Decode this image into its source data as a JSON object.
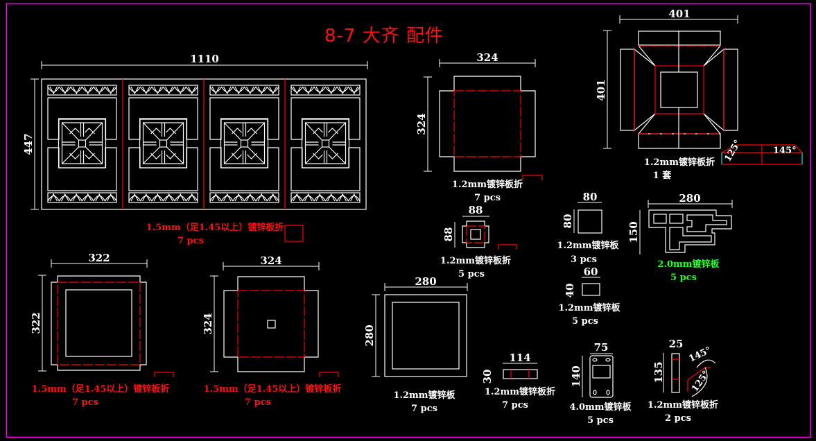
{
  "drawing": {
    "title": "8-7 大齐 配件",
    "frame_color": "#ff00ff",
    "colors": {
      "outline": "#ffffff",
      "fold_line": "#ff0000",
      "label_primary": "#ff1010",
      "label_green": "#22ff22",
      "highlight": "#00ffff"
    },
    "parts": [
      {
        "id": "main-panel",
        "width": "1110",
        "height": "447",
        "material": "1.5mm（足1.45以上）镀锌板折",
        "qty": "7 pcs"
      },
      {
        "id": "box-324-top",
        "width": "324",
        "height": "324",
        "material": "1.2mm镀锌板折",
        "qty": "7 pcs"
      },
      {
        "id": "cross-401",
        "width": "401",
        "height": "401",
        "material": "1.2mm镀锌板折",
        "qty": "1 套",
        "angle_a": "125°",
        "angle_b": "145°"
      },
      {
        "id": "small-88",
        "width": "88",
        "height": "88",
        "material": "1.2mm镀锌板折",
        "qty": "5 pcs"
      },
      {
        "id": "plate-80",
        "width": "80",
        "height": "80",
        "material": "1.2mm镀锌板",
        "qty": "3 pcs"
      },
      {
        "id": "plate-60x40",
        "width": "60",
        "height": "40",
        "material": "1.2mm镀锌板",
        "qty": "5 pcs"
      },
      {
        "id": "bracket-280x150",
        "width": "280",
        "height": "150",
        "material": "2.0mm镀锌板",
        "qty": "5 pcs"
      },
      {
        "id": "frame-322",
        "width": "322",
        "height": "322",
        "material": "1.5mm（足1.45以上）镀锌板折",
        "qty": "7 pcs"
      },
      {
        "id": "box-324-bottom",
        "width": "324",
        "height": "324",
        "material": "1.5mm（足1.45以上）镀锌板折",
        "qty": "7 pcs"
      },
      {
        "id": "frame-280",
        "width": "280",
        "height": "280",
        "material": "1.2mm镀锌板",
        "qty": "7 pcs"
      },
      {
        "id": "strip-114x30",
        "width": "114",
        "height": "30",
        "material": "1.2mm镀锌板折",
        "qty": "7 pcs"
      },
      {
        "id": "plate-75x140",
        "width": "75",
        "height": "140",
        "material": "4.0mm镀锌板",
        "qty": "5 pcs"
      },
      {
        "id": "strip-25x135",
        "width": "25",
        "height": "135",
        "material": "1.2mm镀锌板折",
        "qty": "2 pcs",
        "angle_a": "145°",
        "angle_b": "125°"
      }
    ]
  }
}
